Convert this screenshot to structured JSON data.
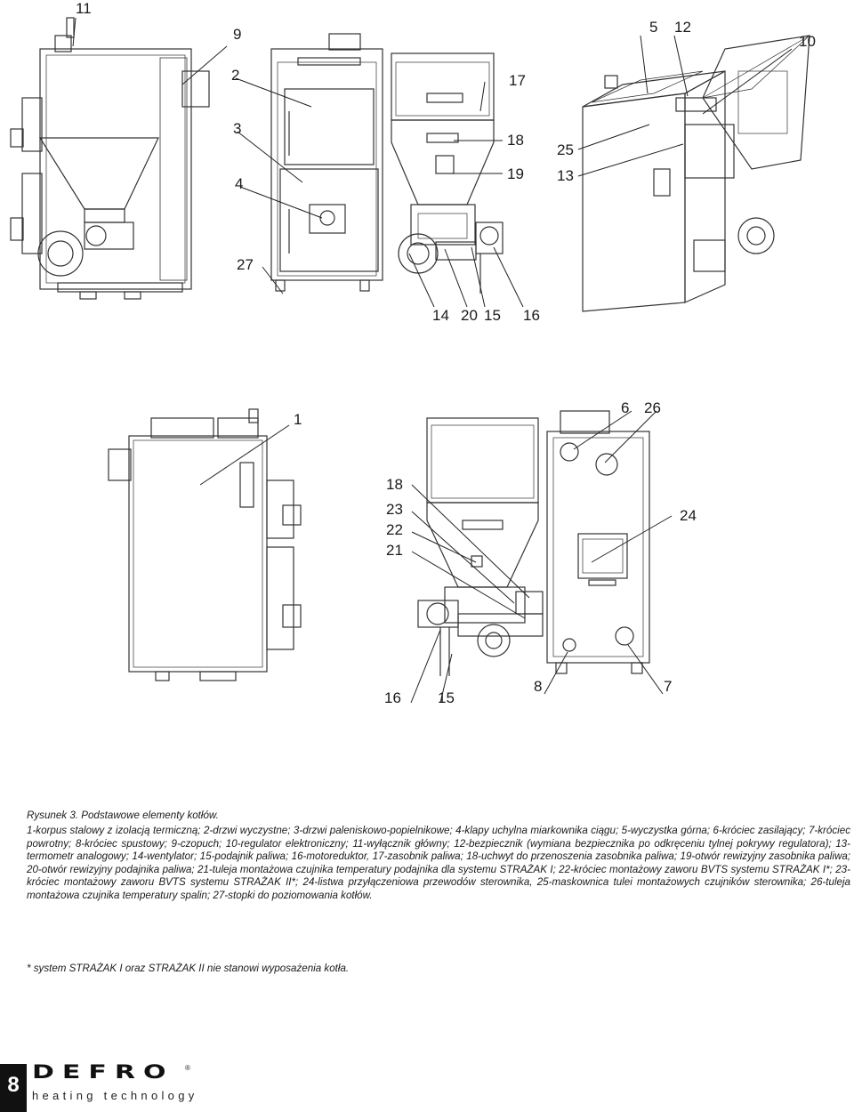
{
  "figure": {
    "labels": {
      "l1": "1",
      "l2": "2",
      "l3": "3",
      "l4": "4",
      "l5": "5",
      "l6": "6",
      "l7": "7",
      "l8": "8",
      "l9": "9",
      "l10": "10",
      "l11": "11",
      "l12": "12",
      "l13": "13",
      "l14": "14",
      "l15a": "15",
      "l15b": "15",
      "l16a": "16",
      "l16b": "16",
      "l17": "17",
      "l18a": "18",
      "l18b": "18",
      "l19": "19",
      "l20": "20",
      "l21": "21",
      "l22": "22",
      "l23": "23",
      "l24": "24",
      "l25": "25",
      "l26": "26",
      "l27": "27"
    }
  },
  "caption": {
    "title": "Rysunek 3. Podstawowe elementy kotłów.",
    "text": "1-korpus stalowy z izolacją termiczną; 2-drzwi wyczystne; 3-drzwi paleniskowo-popielnikowe; 4-klapy uchylna miarkownika ciągu; 5-wyczystka górna; 6-króciec zasilający; 7-króciec powrotny; 8-króciec spustowy; 9-czopuch; 10-regulator elektroniczny; 11-wyłącznik główny; 12-bezpiecznik (wymiana bezpiecznika po odkręceniu tylnej pokrywy regulatora); 13-termometr analogowy; 14-wentylator; 15-podajnik paliwa; 16-motoreduktor, 17-zasobnik paliwa; 18-uchwyt do przenoszenia zasobnika paliwa; 19-otwór rewizyjny zasobnika paliwa; 20-otwór rewizyjny podajnika paliwa; 21-tuleja montażowa czujnika temperatury podajnika dla systemu STRAŻAK I; 22-króciec montażowy zaworu BVTS systemu STRAŻAK I*; 23-króciec montażowy zaworu BVTS systemu STRAŻAK II*; 24-listwa przyłączeniowa przewodów sterownika, 25-maskownica tulei montażowych czujników sterownika; 26-tuleja montażowa czujnika temperatury spalin; 27-stopki do poziomowania kotłów.",
    "footnote": "* system STRAŻAK I oraz  STRAŻAK II  nie stanowi wyposażenia kotła."
  },
  "footer": {
    "page_number": "8",
    "brand": "DEFRO",
    "registered": "®",
    "tagline": "heating technology"
  }
}
